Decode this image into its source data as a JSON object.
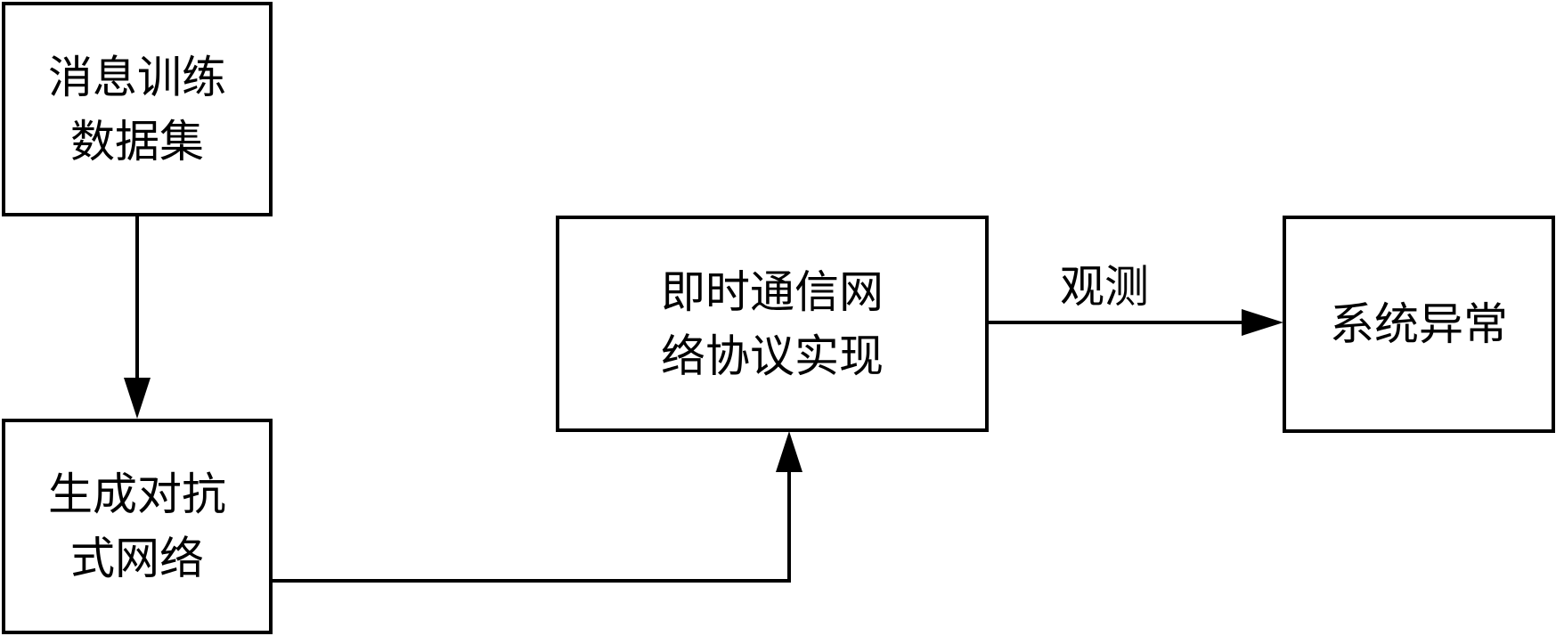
{
  "nodes": {
    "dataset": {
      "line1": "消息训练",
      "line2": "数据集"
    },
    "gan": {
      "line1": "生成对抗",
      "line2": "式网络"
    },
    "protocol": {
      "line1": "即时通信网",
      "line2": "络协议实现"
    },
    "anomaly": {
      "text": "系统异常"
    }
  },
  "edges": {
    "observe_label": "观测"
  }
}
